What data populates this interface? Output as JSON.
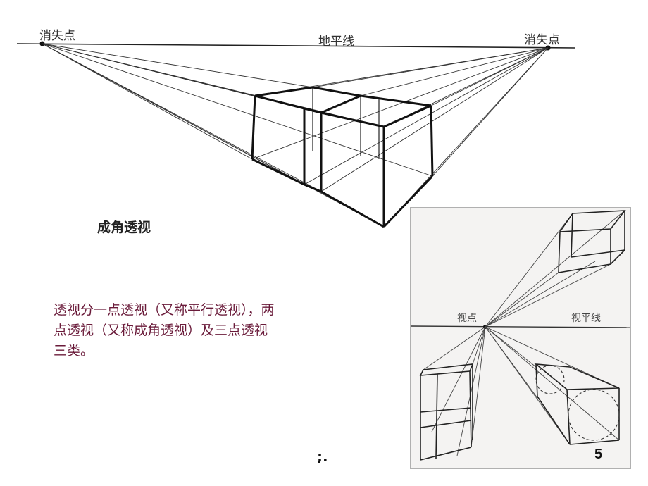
{
  "main_diagram": {
    "vanishing_point_left": "消失点",
    "horizon_line": "地平线",
    "vanishing_point_right": "消失点",
    "caption": "成角透视"
  },
  "body_text": "透视分一点透视（又称平行透视），两点透视（又称成角透视）及三点透视三类。",
  "inset_diagram": {
    "viewpoint": "视点",
    "horizon_line": "视平线"
  },
  "footer_mark": ";.",
  "page_number": "5",
  "colors": {
    "line": "#1a1a1a",
    "body_text": "#6a1b3a",
    "inset_background": "#f4f3f2"
  }
}
